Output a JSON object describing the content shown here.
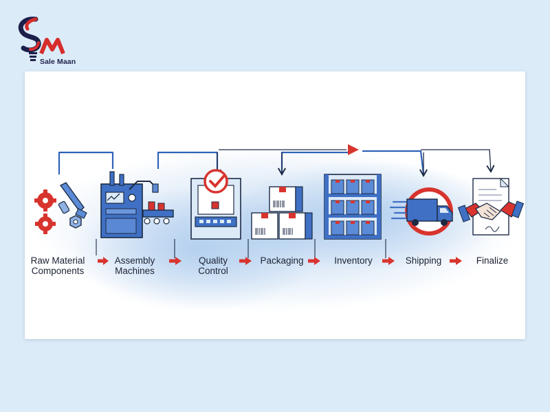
{
  "brand": {
    "name": "Sale Maan",
    "colors": {
      "navy": "#1b1f4a",
      "red": "#d62d2d"
    }
  },
  "process": {
    "accent_blue": "#2f62b8",
    "accent_red": "#d8342e",
    "steps": [
      {
        "id": "raw",
        "line1": "Raw Material",
        "line2": "Components",
        "icon": "gears-wrench-nut-icon"
      },
      {
        "id": "assembly",
        "line1": "Assembly",
        "line2": "Machines",
        "icon": "factory-robot-arm-icon"
      },
      {
        "id": "quality",
        "line1": "Quality",
        "line2": "Control",
        "icon": "monitor-checkmark-icon"
      },
      {
        "id": "packaging",
        "line1": "Packaging",
        "line2": "",
        "icon": "stacked-boxes-icon"
      },
      {
        "id": "inventory",
        "line1": "Inventory",
        "line2": "",
        "icon": "warehouse-shelf-icon"
      },
      {
        "id": "shipping",
        "line1": "Shipping",
        "line2": "",
        "icon": "delivery-truck-icon"
      },
      {
        "id": "finalize",
        "line1": "Finalize",
        "line2": "",
        "icon": "handshake-contract-icon"
      }
    ]
  }
}
